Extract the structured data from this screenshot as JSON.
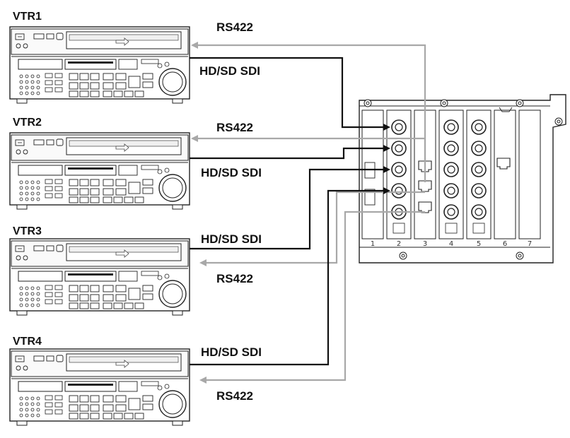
{
  "vtrs": [
    {
      "label": "VTR1"
    },
    {
      "label": "VTR2"
    },
    {
      "label": "VTR3"
    },
    {
      "label": "VTR4"
    }
  ],
  "connections": [
    {
      "label": "RS422"
    },
    {
      "label": "HD/SD SDI"
    },
    {
      "label": "RS422"
    },
    {
      "label": "HD/SD SDI"
    },
    {
      "label": "HD/SD SDI"
    },
    {
      "label": "RS422"
    },
    {
      "label": "HD/SD SDI"
    },
    {
      "label": "RS422"
    }
  ],
  "chassis": {
    "slot_numbers": [
      "1",
      "2",
      "3",
      "4",
      "5",
      "6",
      "7"
    ]
  },
  "colors": {
    "sdi_cable": "#111111",
    "rs422_cable": "#a8a8a8",
    "device_outline": "#222222"
  }
}
